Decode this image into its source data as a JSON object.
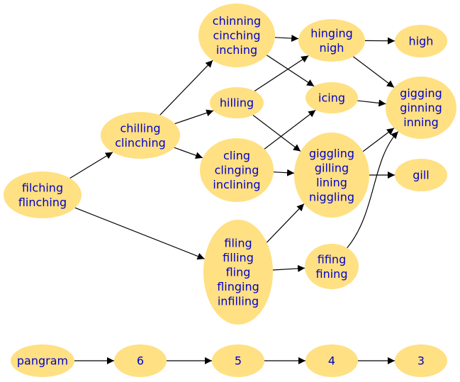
{
  "colors": {
    "node_fill": "#ffe082",
    "node_text": "#0000cc",
    "edge": "#000000"
  },
  "nodes": [
    {
      "id": "filching",
      "lines": [
        "filching",
        "flinching"
      ]
    },
    {
      "id": "chilling",
      "lines": [
        "chilling",
        "clinching"
      ]
    },
    {
      "id": "chinning",
      "lines": [
        "chinning",
        "cinching",
        "inching"
      ]
    },
    {
      "id": "hilling",
      "lines": [
        "hilling"
      ]
    },
    {
      "id": "cling",
      "lines": [
        "cling",
        "clinging",
        "inclining"
      ]
    },
    {
      "id": "filing",
      "lines": [
        "filing",
        "filling",
        "fling",
        "flinging",
        "infilling"
      ]
    },
    {
      "id": "hinging",
      "lines": [
        "hinging",
        "nigh"
      ]
    },
    {
      "id": "icing",
      "lines": [
        "icing"
      ]
    },
    {
      "id": "giggling",
      "lines": [
        "giggling",
        "gilling",
        "lining",
        "niggling"
      ]
    },
    {
      "id": "fifing",
      "lines": [
        "fifing",
        "fining"
      ]
    },
    {
      "id": "high",
      "lines": [
        "high"
      ]
    },
    {
      "id": "gigging",
      "lines": [
        "gigging",
        "ginning",
        "inning"
      ]
    },
    {
      "id": "gill",
      "lines": [
        "gill"
      ]
    },
    {
      "id": "pangram",
      "lines": [
        "pangram"
      ]
    },
    {
      "id": "n6",
      "lines": [
        "6"
      ]
    },
    {
      "id": "n5",
      "lines": [
        "5"
      ]
    },
    {
      "id": "n4",
      "lines": [
        "4"
      ]
    },
    {
      "id": "n3",
      "lines": [
        "3"
      ]
    }
  ],
  "edges": [
    {
      "from": "filching",
      "to": "chilling"
    },
    {
      "from": "filching",
      "to": "filing"
    },
    {
      "from": "chilling",
      "to": "chinning"
    },
    {
      "from": "chilling",
      "to": "hilling"
    },
    {
      "from": "chilling",
      "to": "cling"
    },
    {
      "from": "chinning",
      "to": "hinging"
    },
    {
      "from": "chinning",
      "to": "icing"
    },
    {
      "from": "hilling",
      "to": "hinging"
    },
    {
      "from": "hilling",
      "to": "giggling"
    },
    {
      "from": "cling",
      "to": "icing"
    },
    {
      "from": "cling",
      "to": "giggling"
    },
    {
      "from": "filing",
      "to": "giggling"
    },
    {
      "from": "filing",
      "to": "fifing"
    },
    {
      "from": "hinging",
      "to": "high"
    },
    {
      "from": "hinging",
      "to": "gigging"
    },
    {
      "from": "icing",
      "to": "gigging"
    },
    {
      "from": "giggling",
      "to": "gigging"
    },
    {
      "from": "giggling",
      "to": "gill"
    },
    {
      "from": "fifing",
      "to": "gigging"
    },
    {
      "from": "pangram",
      "to": "n6"
    },
    {
      "from": "n6",
      "to": "n5"
    },
    {
      "from": "n5",
      "to": "n4"
    },
    {
      "from": "n4",
      "to": "n3"
    }
  ]
}
